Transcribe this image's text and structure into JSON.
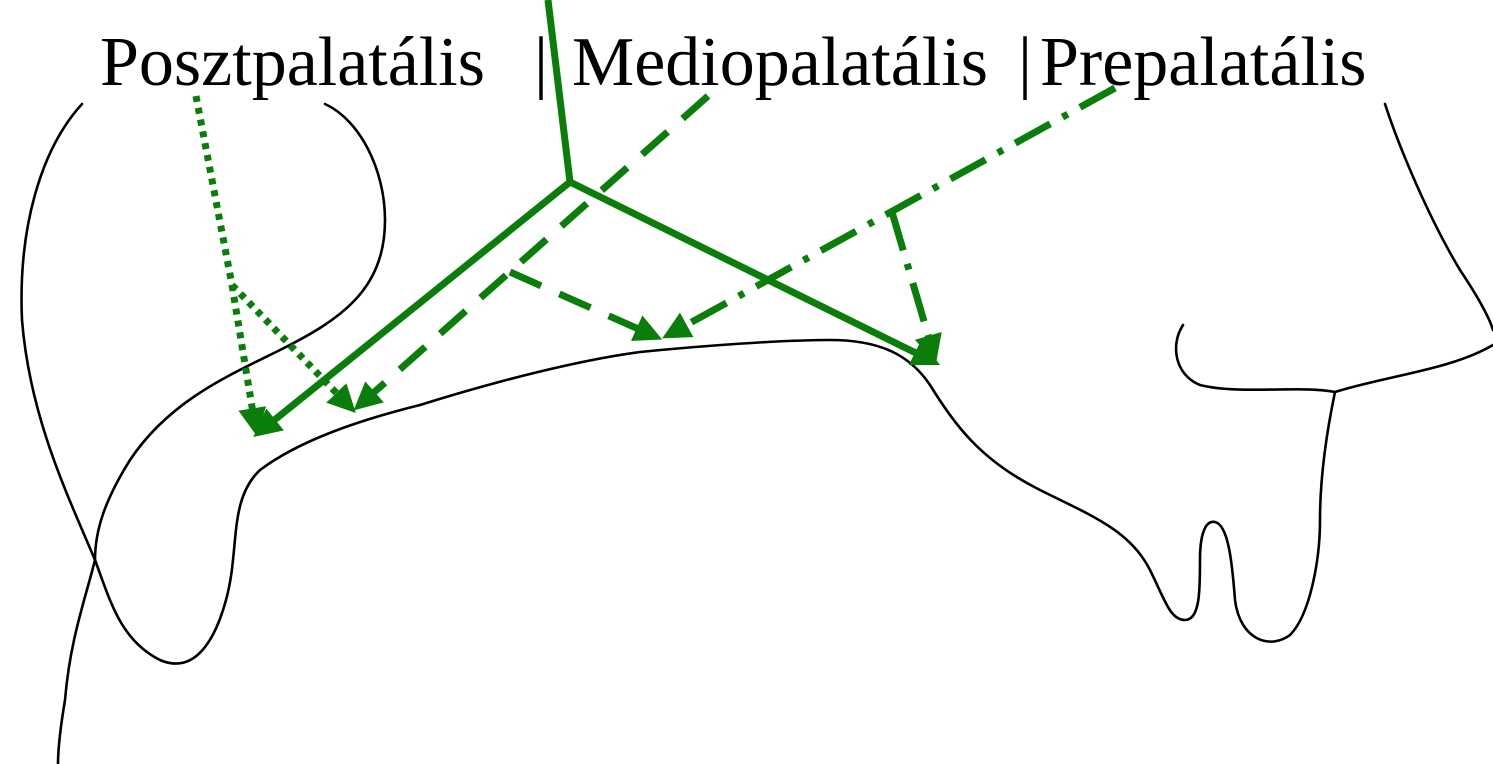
{
  "heading": {
    "postpalatal": "Posztpalatális",
    "separator_1": "|",
    "mediopalatal": "Mediopalatális",
    "separator_2": "|",
    "prepalatal": "Prepalatális"
  },
  "colors": {
    "arrows": "#0a7d0a",
    "outline": "#000000",
    "text": "#000000",
    "background": "#ffffff"
  },
  "arrow_styles": {
    "postpalatal": "dotted",
    "mediopalatal": "dashed",
    "generic_palatal": "solid",
    "prepalatal": "dash-dot"
  }
}
